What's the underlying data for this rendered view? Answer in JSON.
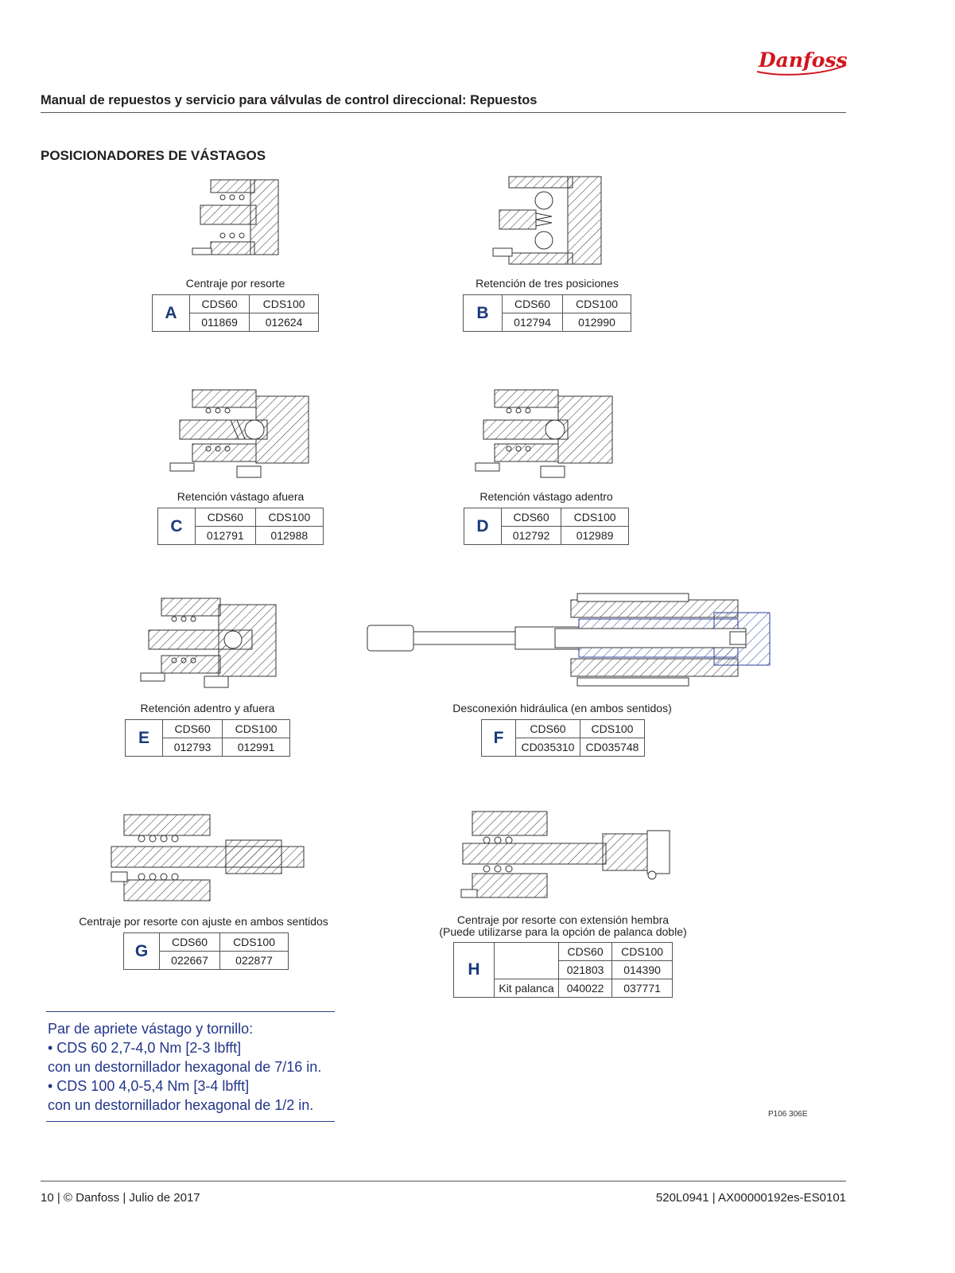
{
  "brand": "Danfoss",
  "header_title": "Manual de repuestos y servicio para válvulas de control direccional: Repuestos",
  "section_title": "POSICIONADORES DE VÁSTAGOS",
  "parts": [
    {
      "letter": "A",
      "caption": "Centraje por resorte",
      "models": [
        "CDS60",
        "CDS100"
      ],
      "numbers": [
        "011869",
        "012624"
      ]
    },
    {
      "letter": "B",
      "caption": "Retención de tres posiciones",
      "models": [
        "CDS60",
        "CDS100"
      ],
      "numbers": [
        "012794",
        "012990"
      ]
    },
    {
      "letter": "C",
      "caption": "Retención vástago afuera",
      "models": [
        "CDS60",
        "CDS100"
      ],
      "numbers": [
        "012791",
        "012988"
      ]
    },
    {
      "letter": "D",
      "caption": "Retención vástago adentro",
      "models": [
        "CDS60",
        "CDS100"
      ],
      "numbers": [
        "012792",
        "012989"
      ]
    },
    {
      "letter": "E",
      "caption": "Retención adentro y afuera",
      "models": [
        "CDS60",
        "CDS100"
      ],
      "numbers": [
        "012793",
        "012991"
      ]
    },
    {
      "letter": "F",
      "caption": "Desconexión hidráulica (en ambos sentidos)",
      "models": [
        "CDS60",
        "CDS100"
      ],
      "numbers": [
        "CD035310",
        "CD035748"
      ]
    },
    {
      "letter": "G",
      "caption": "Centraje por resorte con ajuste en ambos sentidos",
      "models": [
        "CDS60",
        "CDS100"
      ],
      "numbers": [
        "022667",
        "022877"
      ]
    },
    {
      "letter": "H",
      "caption": "Centraje por resorte con extensión hembra",
      "caption2": "(Puede utilizarse para la opción de palanca doble)",
      "models": [
        "CDS60",
        "CDS100"
      ],
      "numbers": [
        "021803",
        "014390"
      ],
      "kit_label": "Kit palanca",
      "kit_numbers": [
        "040022",
        "037771"
      ]
    }
  ],
  "torque_note": {
    "line1": "Par de apriete vástago y tornillo:",
    "line2": "• CDS 60 2,7-4,0 Nm [2-3 lbfft]",
    "line3": "con un destornillador hexagonal de 7/16 in.",
    "line4": "• CDS 100 4,0-5,4 Nm [3-4 lbfft]",
    "line5": "con un destornillador hexagonal de 1/2 in."
  },
  "figure_code": "P106 306E",
  "footer_left": "10 | © Danfoss | Julio de 2017",
  "footer_right": "520L0941 | AX00000192es-ES0101",
  "colors": {
    "brand_red": "#d2161e",
    "note_blue": "#23368a",
    "letter_blue": "#1a3a7a"
  }
}
